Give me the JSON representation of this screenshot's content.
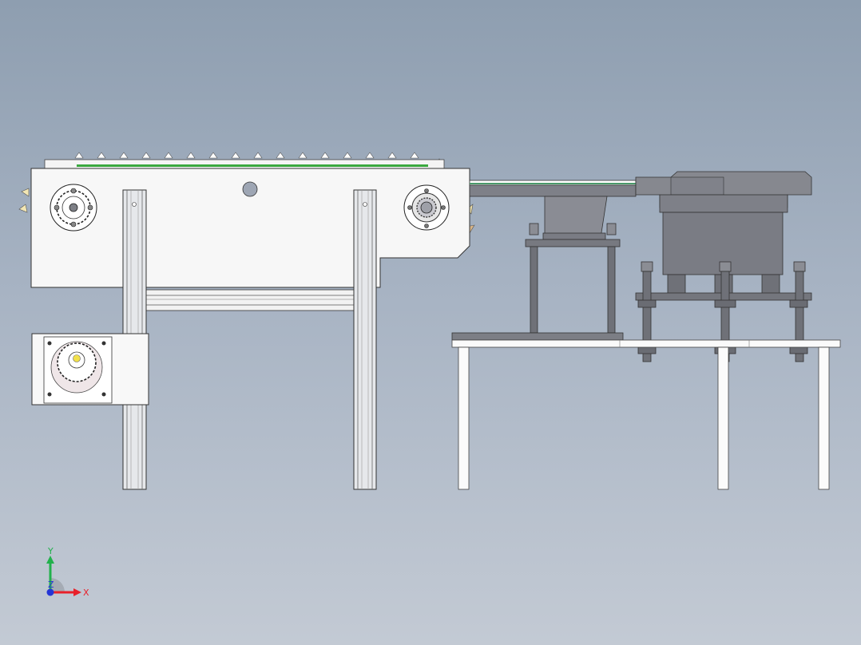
{
  "viewport": {
    "background_top": "#8e9eb0",
    "background_bottom": "#c3cad4"
  },
  "triad": {
    "x_label": "X",
    "y_label": "Y",
    "z_label": "Z",
    "x_color": "#e8202a",
    "y_color": "#22b14c",
    "z_color": "#2435d6"
  },
  "model_colors": {
    "frame": "#f7f7f7",
    "profile": "#cfd3d8",
    "bowl_steel": "#7e8088",
    "rods": "#6f7178",
    "belt_green": "#3aa83f",
    "motor_plate": "#fbfbfb"
  }
}
